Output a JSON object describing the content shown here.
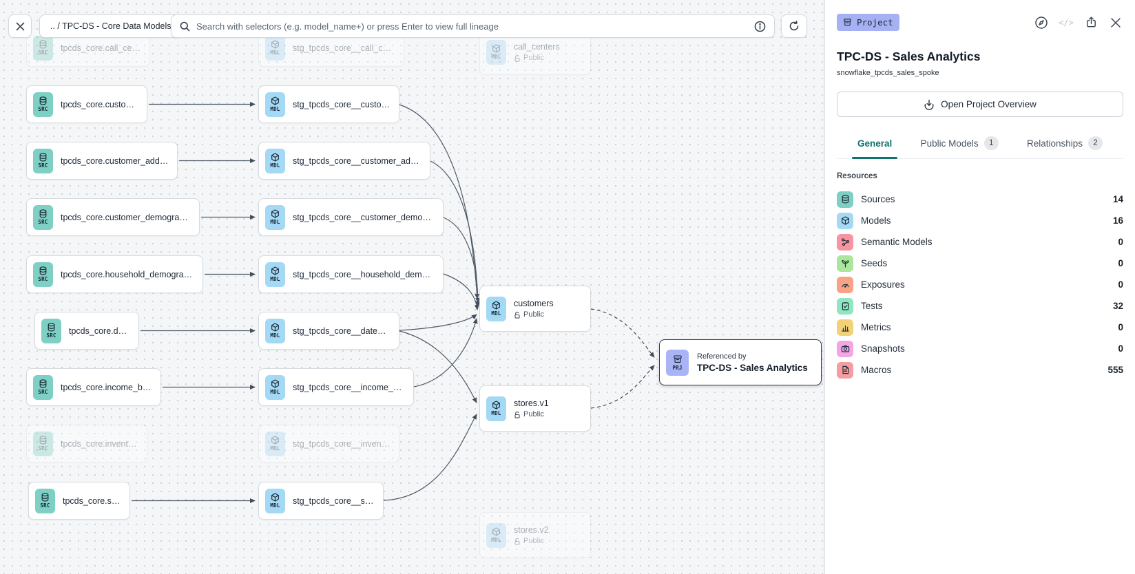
{
  "toolbar": {
    "close_label": "✕",
    "breadcrumb": ".. / TPC-DS - Core Data Models",
    "search_placeholder": "Search with selectors (e.g. model_name+) or press Enter to view full lineage"
  },
  "graph": {
    "tile_labels": {
      "src": "SRC",
      "mdl": "MDL",
      "prj": "PRJ"
    },
    "source_nodes": [
      {
        "label": "tpcds_core.call_center"
      },
      {
        "label": "tpcds_core.customer"
      },
      {
        "label": "tpcds_core.customer_address"
      },
      {
        "label": "tpcds_core.customer_demographics"
      },
      {
        "label": "tpcds_core.household_demographics"
      },
      {
        "label": "tpcds_core.date_dim"
      },
      {
        "label": "tpcds_core.income_band"
      },
      {
        "label": "tpcds_core.inventory"
      },
      {
        "label": "tpcds_core.store"
      }
    ],
    "model_nodes": [
      {
        "label": "stg_tpcds_core__call_center"
      },
      {
        "label": "stg_tpcds_core__customer"
      },
      {
        "label": "stg_tpcds_core__customer_address"
      },
      {
        "label": "stg_tpcds_core__customer_demographics"
      },
      {
        "label": "stg_tpcds_core__household_demographics"
      },
      {
        "label": "stg_tpcds_core__date_dim"
      },
      {
        "label": "stg_tpcds_core__income_band"
      },
      {
        "label": "stg_tpcds_core__inventory"
      },
      {
        "label": "stg_tpcds_core__store"
      }
    ],
    "public_model_nodes": [
      {
        "label": "call_centers",
        "access": "Public"
      },
      {
        "label": "customers",
        "access": "Public"
      },
      {
        "label": "stores.v1",
        "access": "Public"
      },
      {
        "label": "stores.v2",
        "access": "Public"
      }
    ],
    "project_node": {
      "kicker": "Referenced by",
      "label": "TPC-DS - Sales Analytics"
    }
  },
  "panel": {
    "type_badge": "Project",
    "title": "TPC-DS - Sales Analytics",
    "subtitle": "snowflake_tpcds_sales_spoke",
    "overview_button": "Open Project Overview",
    "tabs": [
      {
        "label": "General"
      },
      {
        "label": "Public Models",
        "count": "1"
      },
      {
        "label": "Relationships",
        "count": "2"
      }
    ],
    "resources_heading": "Resources",
    "resources": [
      {
        "label": "Sources",
        "count": "14",
        "color": "#7fd0c3",
        "icon": "database-icon"
      },
      {
        "label": "Models",
        "count": "16",
        "color": "#a5d9f3",
        "icon": "cube-icon"
      },
      {
        "label": "Semantic Models",
        "count": "0",
        "color": "#f7949f",
        "icon": "semantic-graph-icon"
      },
      {
        "label": "Seeds",
        "count": "0",
        "color": "#abe69c",
        "icon": "seedling-icon"
      },
      {
        "label": "Exposures",
        "count": "0",
        "color": "#f8a288",
        "icon": "gauge-icon"
      },
      {
        "label": "Tests",
        "count": "32",
        "color": "#8fe6c0",
        "icon": "clipboard-check-icon"
      },
      {
        "label": "Metrics",
        "count": "0",
        "color": "#f2d178",
        "icon": "bar-chart-icon"
      },
      {
        "label": "Snapshots",
        "count": "0",
        "color": "#f2a6e3",
        "icon": "camera-icon"
      },
      {
        "label": "Macros",
        "count": "555",
        "color": "#f59da0",
        "icon": "document-icon"
      }
    ]
  }
}
